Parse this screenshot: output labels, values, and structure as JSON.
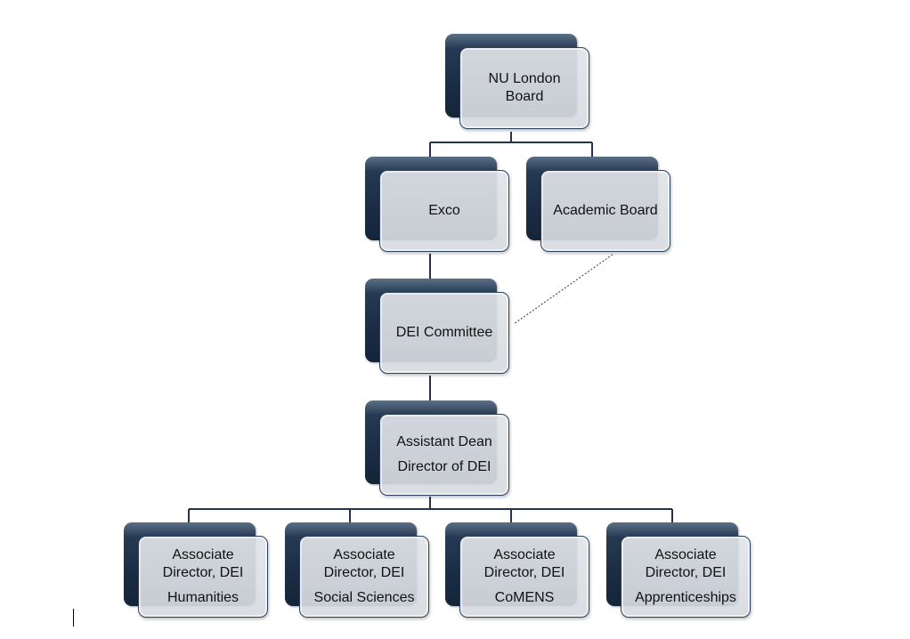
{
  "colors": {
    "box_back": "#1b2d44",
    "box_front": "#d8dbe0",
    "connector": "#1f3550",
    "dotted_link": "#333333",
    "text": "#111111"
  },
  "nodes": {
    "board": {
      "lines": [
        "NU London",
        "Board"
      ]
    },
    "exco": {
      "lines": [
        "Exco"
      ]
    },
    "academic_board": {
      "lines": [
        "Academic Board"
      ]
    },
    "dei_committee": {
      "lines": [
        "DEI Committee"
      ]
    },
    "assistant_dean": {
      "lines": [
        "Assistant Dean",
        "Director of DEI"
      ]
    },
    "ad_humanities": {
      "lines": [
        "Associate",
        "Director, DEI",
        "Humanities"
      ]
    },
    "ad_social_sciences": {
      "lines": [
        "Associate",
        "Director, DEI",
        "Social Sciences"
      ]
    },
    "ad_comens": {
      "lines": [
        "Associate",
        "Director, DEI",
        "CoMENS"
      ]
    },
    "ad_apprenticeships": {
      "lines": [
        "Associate",
        "Director, DEI",
        "Apprenticeships"
      ]
    }
  }
}
